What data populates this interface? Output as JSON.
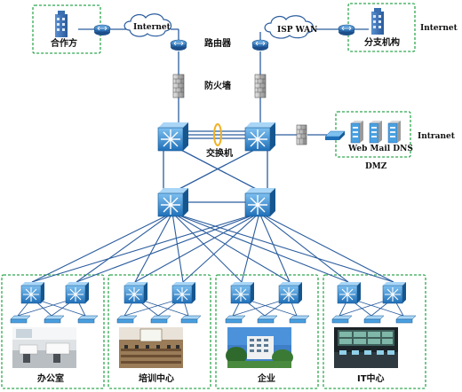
{
  "labels": {
    "partner": "合作方",
    "internet_cloud": "Internet",
    "router": "路由器",
    "isp_wan": "ISP WAN",
    "branch": "分支机构",
    "internet_right": "Internet",
    "firewall": "防火墙",
    "switch": "交换机",
    "intranet": "Intranet",
    "servers": "Web Mail DNS",
    "dmz": "DMZ"
  },
  "sites": [
    {
      "label": "办公室"
    },
    {
      "label": "培训中心"
    },
    {
      "label": "企业"
    },
    {
      "label": "IT中心"
    }
  ],
  "colors": {
    "link": "#2b5d9e",
    "dashed_border": "#2fa84f",
    "switch_fill": "#2a7fc9",
    "cloud_fill": "#ffffff",
    "ring": "#f0b020"
  }
}
